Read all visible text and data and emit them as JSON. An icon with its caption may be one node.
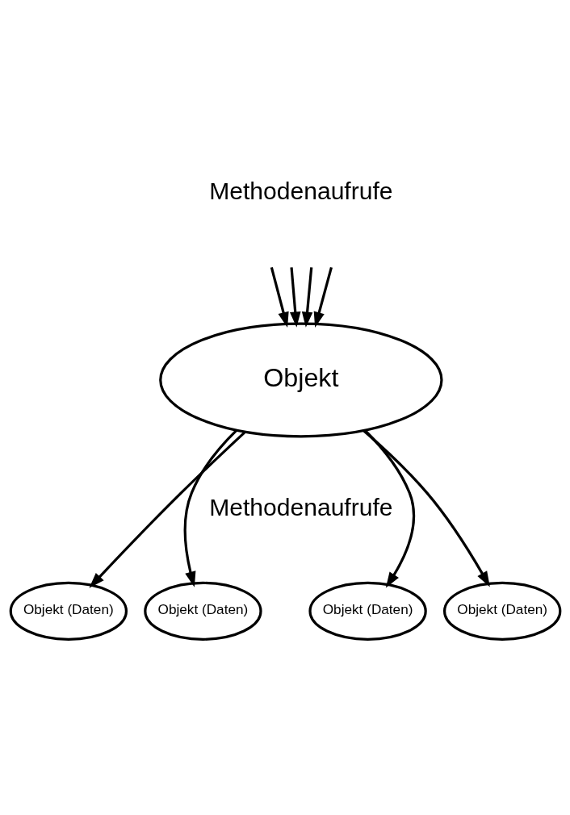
{
  "diagram": {
    "nodes": [
      {
        "text": [
          "Objekt"
        ]
      },
      {
        "text": [
          "Objekt (Daten)"
        ]
      },
      {
        "text": [
          "Objekt (Daten)"
        ]
      },
      {
        "text": [
          "Objekt (Daten)"
        ]
      },
      {
        "text": [
          "Objekt (Daten)"
        ]
      }
    ],
    "edges": [
      {
        "from": null,
        "to": 0,
        "arrow": "to"
      },
      {
        "from": null,
        "to": 0,
        "arrow": "to"
      },
      {
        "from": null,
        "to": 0,
        "arrow": "to"
      },
      {
        "from": null,
        "to": 0,
        "arrow": "to"
      },
      {
        "from": 0,
        "to": 1,
        "arrow": "to"
      },
      {
        "from": 0,
        "to": 2,
        "arrow": "to"
      },
      {
        "from": 0,
        "to": 3,
        "arrow": "to"
      },
      {
        "from": 0,
        "to": 4,
        "arrow": "to"
      }
    ],
    "labels": [
      "Methodenaufrufe",
      "Methodenaufrufe"
    ]
  }
}
